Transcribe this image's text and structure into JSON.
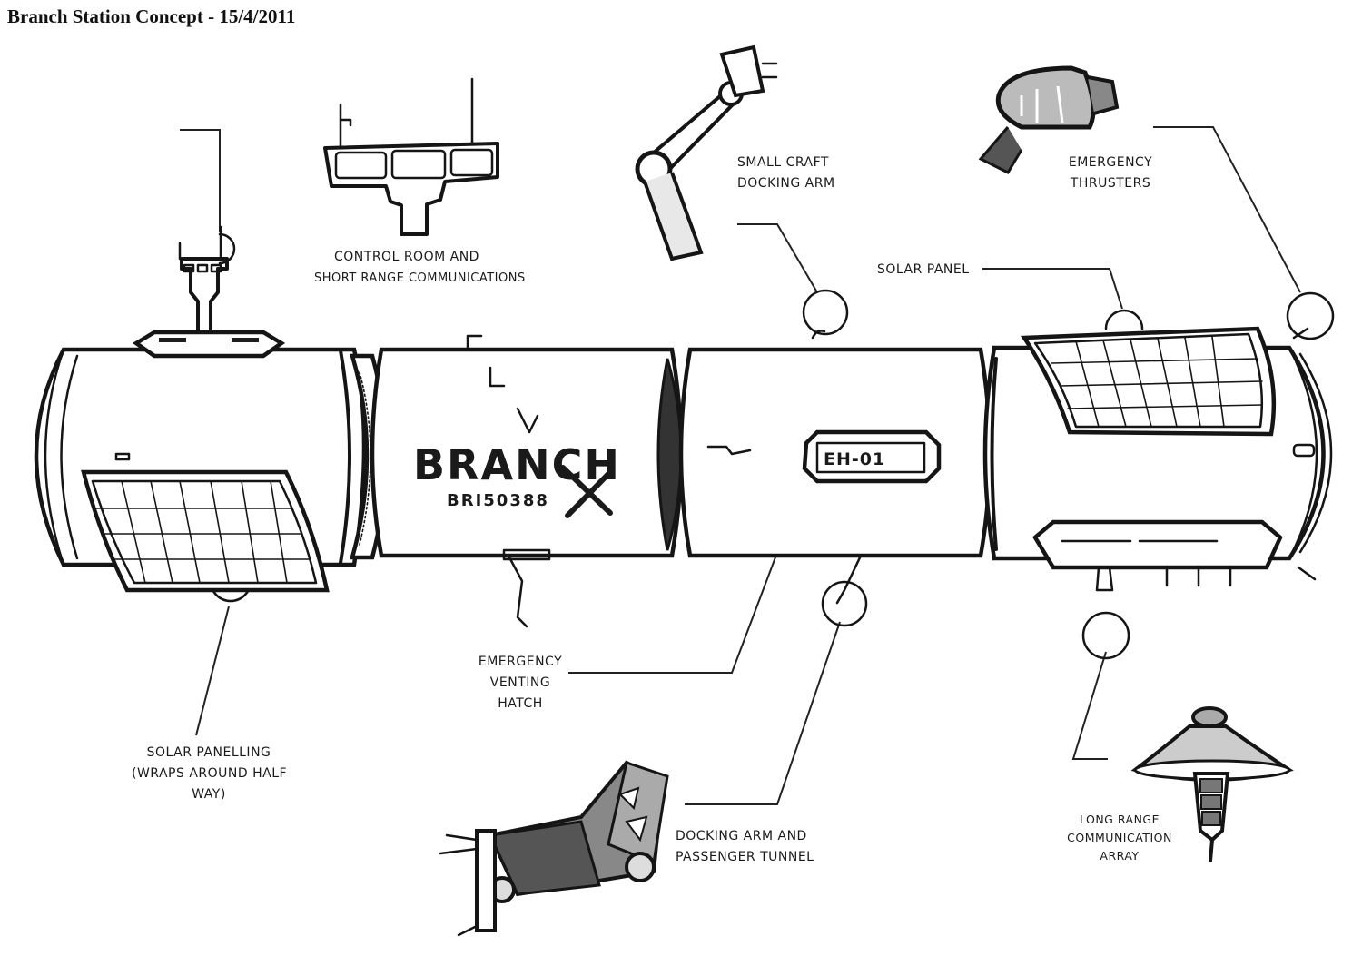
{
  "title": "Branch Station Concept - 15/4/2011",
  "station": {
    "name": "BRANCH",
    "registration": "BRI50388",
    "hatch_code": "EH-01"
  },
  "callouts": [
    {
      "id": "control-room",
      "lines": [
        "Control Room and",
        "Short Range Communications"
      ]
    },
    {
      "id": "small-craft-docking-arm",
      "lines": [
        "Small Craft",
        "Docking Arm"
      ]
    },
    {
      "id": "emergency-thrusters",
      "lines": [
        "Emergency",
        "Thrusters"
      ]
    },
    {
      "id": "solar-panel",
      "lines": [
        "Solar Panel"
      ]
    },
    {
      "id": "emergency-venting-hatch",
      "lines": [
        "Emergency",
        "Venting",
        "Hatch"
      ]
    },
    {
      "id": "solar-panelling",
      "lines": [
        "Solar Panelling",
        "(Wraps Around Half",
        "Way)"
      ]
    },
    {
      "id": "docking-arm-passenger-tunnel",
      "lines": [
        "Docking Arm and",
        "Passenger Tunnel"
      ]
    },
    {
      "id": "long-range-comms",
      "lines": [
        "Long Range",
        "Communication",
        "Array"
      ]
    }
  ]
}
